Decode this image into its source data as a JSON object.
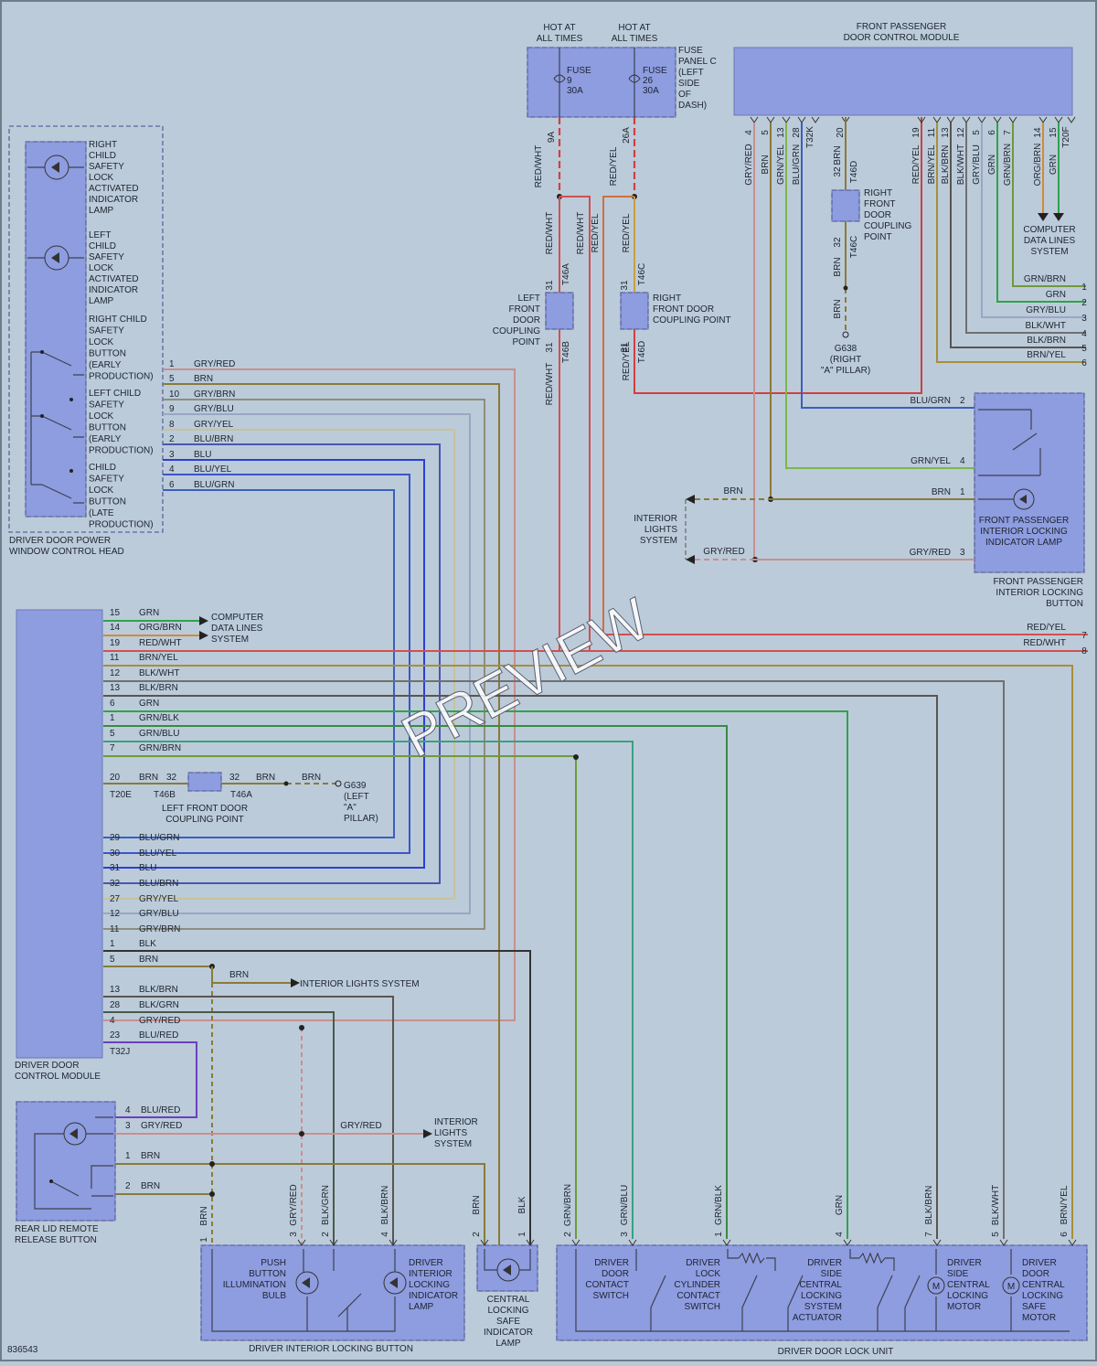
{
  "diagram_id": "836543",
  "watermark": "PREVIEW",
  "labels": {
    "hot1": [
      "HOT AT",
      "ALL TIMES"
    ],
    "hot2": [
      "HOT AT",
      "ALL TIMES"
    ],
    "fuse9": [
      "FUSE",
      "9",
      "30A"
    ],
    "fuse26": [
      "FUSE",
      "26",
      "30A"
    ],
    "fuse_panel": [
      "FUSE",
      "PANEL C",
      "(LEFT",
      "SIDE",
      "OF",
      "DASH)"
    ],
    "fp_module": [
      "FRONT PASSENGER",
      "DOOR CONTROL MODULE"
    ],
    "window_head": [
      "DRIVER DOOR POWER",
      "WINDOW CONTROL HEAD"
    ],
    "right_child_lamp": [
      "RIGHT",
      "CHILD",
      "SAFETY",
      "LOCK",
      "ACTIVATED",
      "INDICATOR",
      "LAMP"
    ],
    "left_child_lamp": [
      "LEFT",
      "CHILD",
      "SAFETY",
      "LOCK",
      "ACTIVATED",
      "INDICATOR",
      "LAMP"
    ],
    "right_child_btn": [
      "RIGHT CHILD",
      "SAFETY",
      "LOCK",
      "BUTTON",
      "(EARLY",
      "PRODUCTION)"
    ],
    "left_child_btn": [
      "LEFT CHILD",
      "SAFETY",
      "LOCK",
      "BUTTON",
      "(EARLY",
      "PRODUCTION)"
    ],
    "child_btn_late": [
      "CHILD",
      "SAFETY",
      "LOCK",
      "BUTTON",
      "(LATE",
      "PRODUCTION)"
    ],
    "left_coupling": [
      "LEFT",
      "FRONT",
      "DOOR",
      "COUPLING",
      "POINT"
    ],
    "right_coupling": [
      "RIGHT",
      "FRONT DOOR",
      "COUPLING POINT"
    ],
    "right_coupling2": [
      "RIGHT",
      "FRONT",
      "DOOR",
      "COUPLING",
      "POINT"
    ],
    "g638": [
      "G638",
      "(RIGHT",
      "\"A\" PILLAR)"
    ],
    "computer_data_top": [
      "COMPUTER",
      "DATA LINES",
      "SYSTEM"
    ],
    "computer_data_left": [
      "COMPUTER",
      "DATA LINES",
      "SYSTEM"
    ],
    "interior_lights_right": [
      "INTERIOR",
      "LIGHTS",
      "SYSTEM"
    ],
    "fp_lock_lamp": [
      "FRONT PASSENGER",
      "INTERIOR LOCKING",
      "INDICATOR LAMP"
    ],
    "fp_lock_button": [
      "FRONT PASSENGER",
      "INTERIOR LOCKING",
      "BUTTON"
    ],
    "driver_module": [
      "DRIVER DOOR",
      "CONTROL MODULE"
    ],
    "left_coupling_bottom": [
      "LEFT FRONT DOOR",
      "COUPLING POINT"
    ],
    "g639": [
      "G639",
      "(LEFT",
      "\"A\"",
      "PILLAR)"
    ],
    "interior_lights_mid": "INTERIOR LIGHTS SYSTEM",
    "interior_lights_low": [
      "INTERIOR",
      "LIGHTS",
      "SYSTEM"
    ],
    "rear_lid": [
      "REAR LID REMOTE",
      "RELEASE BUTTON"
    ],
    "push_bulb": [
      "PUSH",
      "BUTTON",
      "ILLUMINATION",
      "BULB"
    ],
    "driver_lock_lamp": [
      "DRIVER",
      "INTERIOR",
      "LOCKING",
      "INDICATOR",
      "LAMP"
    ],
    "driver_lock_button": "DRIVER INTERIOR LOCKING BUTTON",
    "safe_lamp": [
      "CENTRAL",
      "LOCKING",
      "SAFE",
      "INDICATOR",
      "LAMP"
    ],
    "door_contact": [
      "DRIVER",
      "DOOR",
      "CONTACT",
      "SWITCH"
    ],
    "lock_cyl": [
      "DRIVER",
      "LOCK",
      "CYLINDER",
      "CONTACT",
      "SWITCH"
    ],
    "cl_actuator": [
      "DRIVER",
      "SIDE",
      "CENTRAL",
      "LOCKING",
      "SYSTEM",
      "ACTUATOR"
    ],
    "cl_motor": [
      "DRIVER",
      "SIDE",
      "CENTRAL",
      "LOCKING",
      "MOTOR"
    ],
    "safe_motor": [
      "DRIVER",
      "DOOR",
      "CENTRAL",
      "LOCKING",
      "SAFE",
      "MOTOR"
    ],
    "lock_unit": "DRIVER DOOR LOCK UNIT"
  },
  "window_head_wires": [
    {
      "pin": "1",
      "name": "GRY/RED",
      "color": "#c98f8f"
    },
    {
      "pin": "5",
      "name": "BRN",
      "color": "#8a7a3a"
    },
    {
      "pin": "10",
      "name": "GRY/BRN",
      "color": "#8e8e7a"
    },
    {
      "pin": "9",
      "name": "GRY/BLU",
      "color": "#9aa6c4"
    },
    {
      "pin": "8",
      "name": "GRY/YEL",
      "color": "#c7c39a"
    },
    {
      "pin": "2",
      "name": "BLU/BRN",
      "color": "#4a56b0"
    },
    {
      "pin": "3",
      "name": "BLU",
      "color": "#2b3fd6"
    },
    {
      "pin": "4",
      "name": "BLU/YEL",
      "color": "#3c55c8"
    },
    {
      "pin": "6",
      "name": "BLU/GRN",
      "color": "#3a5fc0"
    }
  ],
  "dcm_wires_top": [
    {
      "pin": "15",
      "name": "GRN",
      "color": "#2fa34a"
    },
    {
      "pin": "14",
      "name": "ORG/BRN",
      "color": "#d08a3a"
    },
    {
      "pin": "19",
      "name": "RED/WHT",
      "color": "#d05050"
    },
    {
      "pin": "11",
      "name": "BRN/YEL",
      "color": "#a58f3a"
    },
    {
      "pin": "12",
      "name": "BLK/WHT",
      "color": "#707070"
    },
    {
      "pin": "13",
      "name": "BLK/BRN",
      "color": "#5a5550"
    },
    {
      "pin": "6",
      "name": "GRN",
      "color": "#2fa34a"
    },
    {
      "pin": "1",
      "name": "GRN/BLK",
      "color": "#3a8a40"
    },
    {
      "pin": "5",
      "name": "GRN/BLU",
      "color": "#3aa080"
    },
    {
      "pin": "7",
      "name": "GRN/BRN",
      "color": "#6e9a3a"
    }
  ],
  "dcm_coupling": {
    "pin_left": "20",
    "wire_left": "BRN",
    "pin_mid": "32",
    "pin_right": "32",
    "wire_right": "BRN",
    "wire_end": "BRN",
    "conn_left": "T20E",
    "conn_mid": "T46B",
    "conn_right": "T46A"
  },
  "dcm_wires_mid": [
    {
      "pin": "29",
      "name": "BLU/GRN",
      "color": "#3a5fc0"
    },
    {
      "pin": "30",
      "name": "BLU/YEL",
      "color": "#3c55c8"
    },
    {
      "pin": "31",
      "name": "BLU",
      "color": "#2b3fd6"
    },
    {
      "pin": "32",
      "name": "BLU/BRN",
      "color": "#4a56b0"
    },
    {
      "pin": "27",
      "name": "GRY/YEL",
      "color": "#c7c39a"
    },
    {
      "pin": "12",
      "name": "GRY/BLU",
      "color": "#9aa6c4"
    },
    {
      "pin": "11",
      "name": "GRY/BRN",
      "color": "#8e8e7a"
    },
    {
      "pin": "1",
      "name": "BLK",
      "color": "#333333"
    },
    {
      "pin": "5",
      "name": "BRN",
      "color": "#8a7a3a"
    }
  ],
  "dcm_wires_low": [
    {
      "pin": "13",
      "name": "BLK/BRN",
      "color": "#5a5550"
    },
    {
      "pin": "28",
      "name": "BLK/GRN",
      "color": "#4a5a4a"
    },
    {
      "pin": "4",
      "name": "GRY/RED",
      "color": "#c98f8f"
    },
    {
      "pin": "23",
      "name": "BLU/RED",
      "color": "#6a40c0"
    }
  ],
  "dcm_conn_bottom": "T32J",
  "brn_mid": "BRN",
  "rear_lid_wires": [
    {
      "pin": "4",
      "name": "BLU/RED"
    },
    {
      "pin": "3",
      "name": "GRY/RED"
    },
    {
      "pin": "1",
      "name": "BRN"
    },
    {
      "pin": "2",
      "name": "BRN"
    }
  ],
  "gry_red_low": "GRY/RED",
  "fuse_wires": {
    "pin9a": "9A",
    "pin26a": "26A",
    "w1": "RED/WHT",
    "w2": "RED/YEL",
    "w3": "RED/WHT",
    "w4": "RED/WHT",
    "w5": "RED/YEL",
    "w6": "RED/YEL",
    "c31a": "31",
    "c31b": "31",
    "c31c": "31",
    "c31d": "31",
    "t46a": "T46A",
    "t46b": "T46B",
    "t46c": "T46C",
    "t46d": "T46D",
    "w7": "RED/WHT",
    "w8": "RED/YEL"
  },
  "fp_pins": [
    {
      "pin": "4",
      "name": "GRY/RED"
    },
    {
      "pin": "5",
      "name": "BRN"
    },
    {
      "pin": "13",
      "name": "GRN/YEL"
    },
    {
      "pin": "28",
      "name": "BLU/GRN"
    },
    {
      "pin": "",
      "name": "T32K"
    },
    {
      "pin": "20",
      "name": ""
    },
    {
      "pin": "19",
      "name": "RED/YEL"
    },
    {
      "pin": "11",
      "name": "BRN/YEL"
    },
    {
      "pin": "13",
      "name": "BLK/BRN"
    },
    {
      "pin": "12",
      "name": "BLK/WHT"
    },
    {
      "pin": "5",
      "name": "GRY/BLU"
    },
    {
      "pin": "6",
      "name": "GRN"
    },
    {
      "pin": "7",
      "name": "GRN/BRN"
    },
    {
      "pin": "14",
      "name": "ORG/BRN"
    },
    {
      "pin": "15",
      "name": "GRN"
    },
    {
      "pin": "",
      "name": "T20F"
    }
  ],
  "fp_brn": {
    "pin1": "32",
    "w1": "BRN",
    "c1": "T46D",
    "pin2": "32",
    "c2": "T46C",
    "w2": "BRN",
    "w3": "BRN"
  },
  "right_edge_wires": [
    {
      "n": "1",
      "name": "GRN/BRN"
    },
    {
      "n": "2",
      "name": "GRN"
    },
    {
      "n": "3",
      "name": "GRY/BLU"
    },
    {
      "n": "4",
      "name": "BLK/WHT"
    },
    {
      "n": "5",
      "name": "BLK/BRN"
    },
    {
      "n": "6",
      "name": "BRN/YEL"
    }
  ],
  "fp_btn_wires": [
    {
      "pin": "2",
      "name": "BLU/GRN"
    },
    {
      "pin": "4",
      "name": "GRN/YEL"
    },
    {
      "pin": "1",
      "name": "BRN"
    },
    {
      "pin": "3",
      "name": "GRY/RED"
    }
  ],
  "interior_brn": "BRN",
  "interior_gryred": "GRY/RED",
  "red_edge": [
    {
      "n": "7",
      "name": "RED/YEL"
    },
    {
      "n": "8",
      "name": "RED/WHT"
    }
  ],
  "bottom_verticals": [
    {
      "pin": "3",
      "name": "GRY/RED"
    },
    {
      "pin": "2",
      "name": "BLK/GRN"
    },
    {
      "pin": "4",
      "name": "BLK/BRN"
    },
    {
      "pin": "2",
      "name": "BRN"
    },
    {
      "pin": "1",
      "name": "BLK"
    },
    {
      "pin": "2",
      "name": "GRN/BRN"
    },
    {
      "pin": "3",
      "name": "GRN/BLU"
    },
    {
      "pin": "1",
      "name": "GRN/BLK"
    },
    {
      "pin": "4",
      "name": "GRN"
    },
    {
      "pin": "7",
      "name": "BLK/BRN"
    },
    {
      "pin": "5",
      "name": "BLK/WHT"
    },
    {
      "pin": "6",
      "name": "BRN/YEL"
    }
  ],
  "bottom_brn": {
    "pin": "1",
    "name": "BRN"
  }
}
